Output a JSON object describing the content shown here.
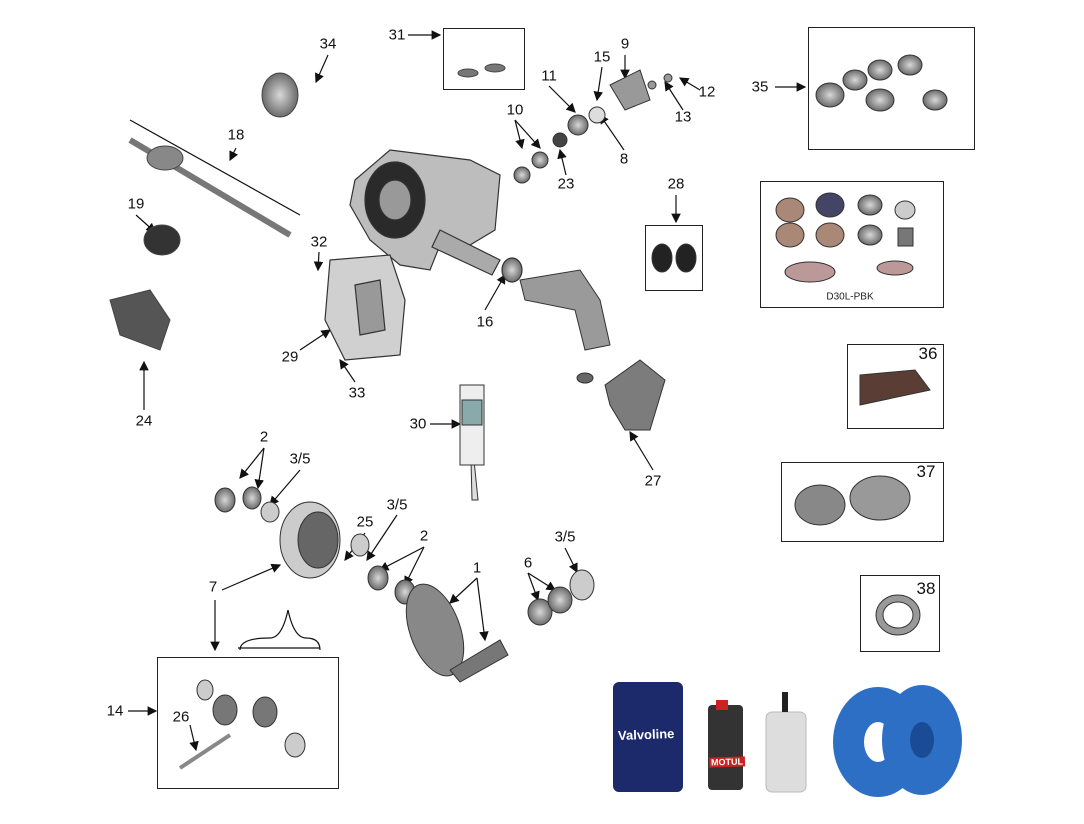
{
  "diagram": {
    "title": "Dana 30 front axle exploded parts diagram",
    "callouts": [
      "34",
      "31",
      "9",
      "15",
      "11",
      "12",
      "10",
      "13",
      "8",
      "23",
      "18",
      "19",
      "28",
      "32",
      "16",
      "29",
      "33",
      "24",
      "30",
      "27",
      "35",
      "36",
      "37",
      "38",
      "2",
      "3/5",
      "3/5",
      "25",
      "2",
      "1",
      "6",
      "3/5",
      "7",
      "14",
      "26"
    ],
    "kit_label": "D30L-PBK",
    "product_brands": {
      "drum": "Valvoline",
      "bottle": "MOTUL"
    },
    "colors": {
      "line": "#222222",
      "part": "#8a8a8a",
      "drum": "#1c2a6b",
      "spacer": "#2d6fc4"
    }
  }
}
